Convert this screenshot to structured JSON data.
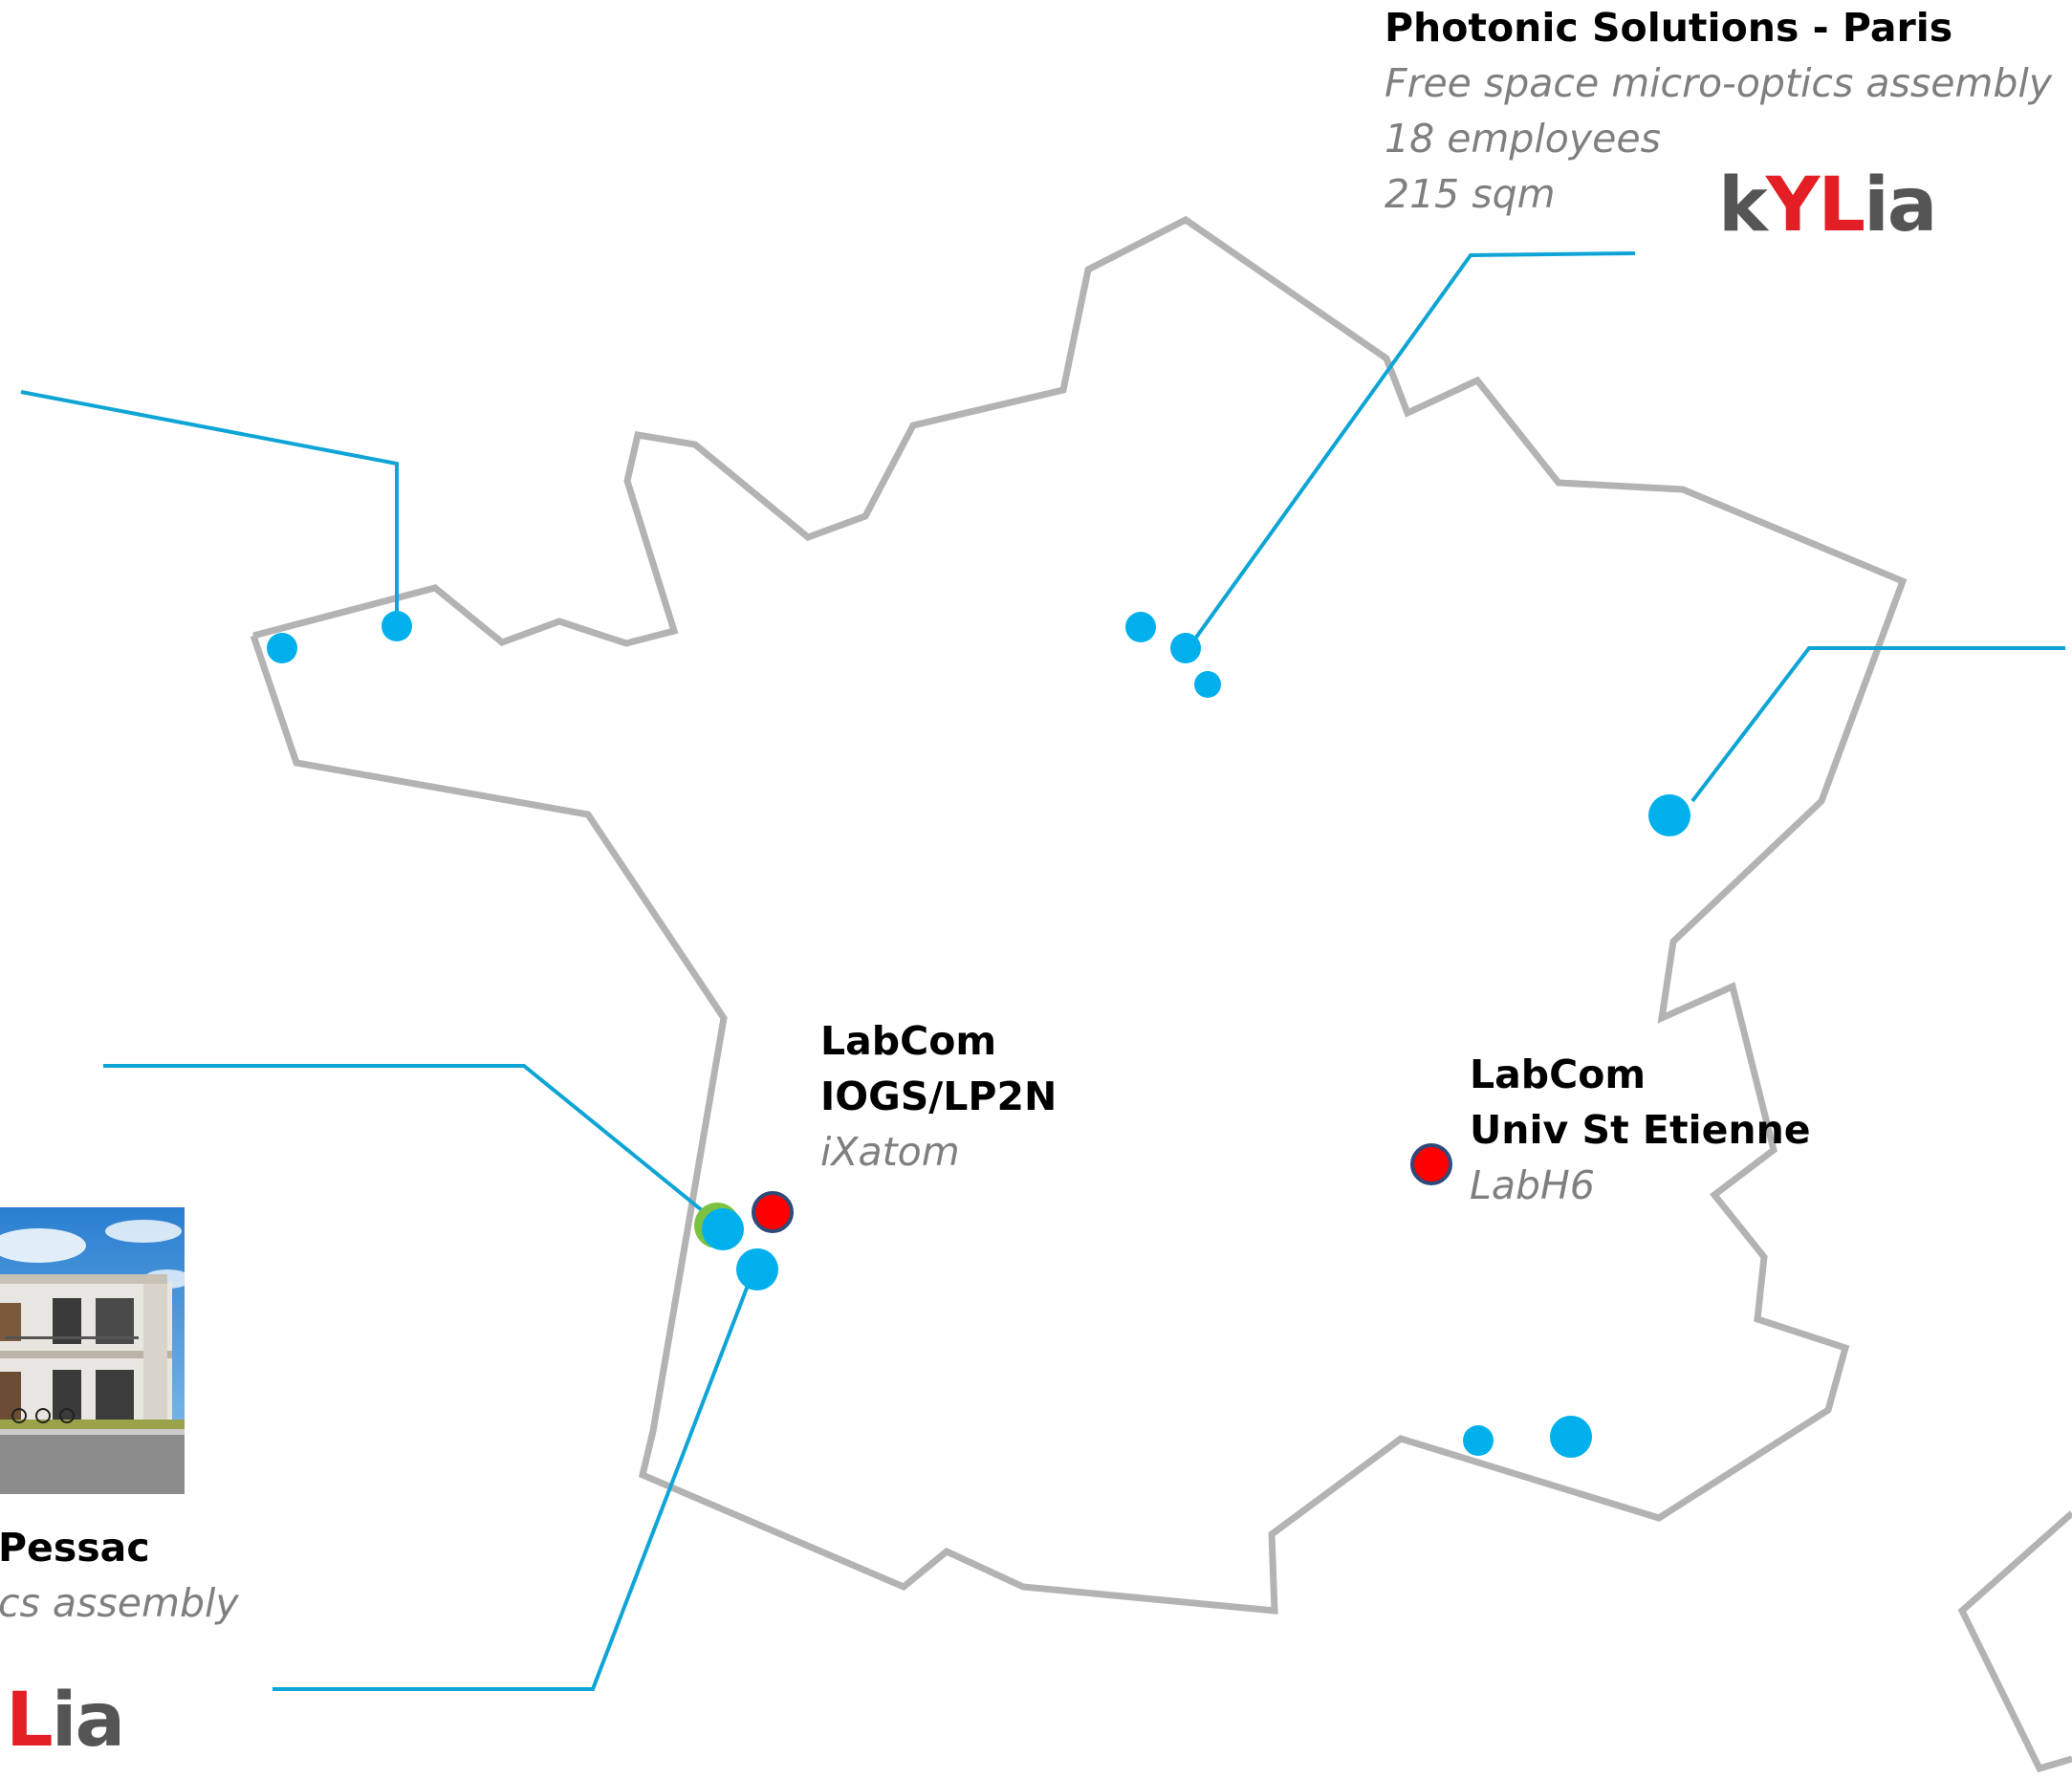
{
  "colors": {
    "outline": "#b3b3b3",
    "connector": "#0ea5d6",
    "site_dot": "#00b0ec",
    "labcom_dot": "#ff0000",
    "labcom_ring": "#2e4a7a",
    "highlight": "#7cc242",
    "title_text": "#000000",
    "subtitle_text": "#7f7f7f",
    "logo_red": "#e31e24",
    "logo_gray": "#555555"
  },
  "labels": {
    "paris": {
      "title": "Photonic Solutions - Paris",
      "lines": [
        "Free space micro-optics assembly",
        "18 employees",
        "215 sqm"
      ]
    },
    "labcom_iogs": {
      "lines": [
        "LabCom",
        "IOGS/LP2N"
      ],
      "sub": "iXatom"
    },
    "labcom_stetienne": {
      "lines": [
        "LabCom",
        "Univ St Etienne"
      ],
      "sub": "LabH6"
    },
    "pessac": {
      "title": "Pessac",
      "sub": "cs assembly"
    }
  },
  "logos": {
    "paris": {
      "k": "k",
      "yl": "YL",
      "ia": "ia"
    },
    "pessac": {
      "yl": "L",
      "ia": "ia"
    }
  },
  "icons": {
    "pessac_photo": "building-photo-icon"
  }
}
